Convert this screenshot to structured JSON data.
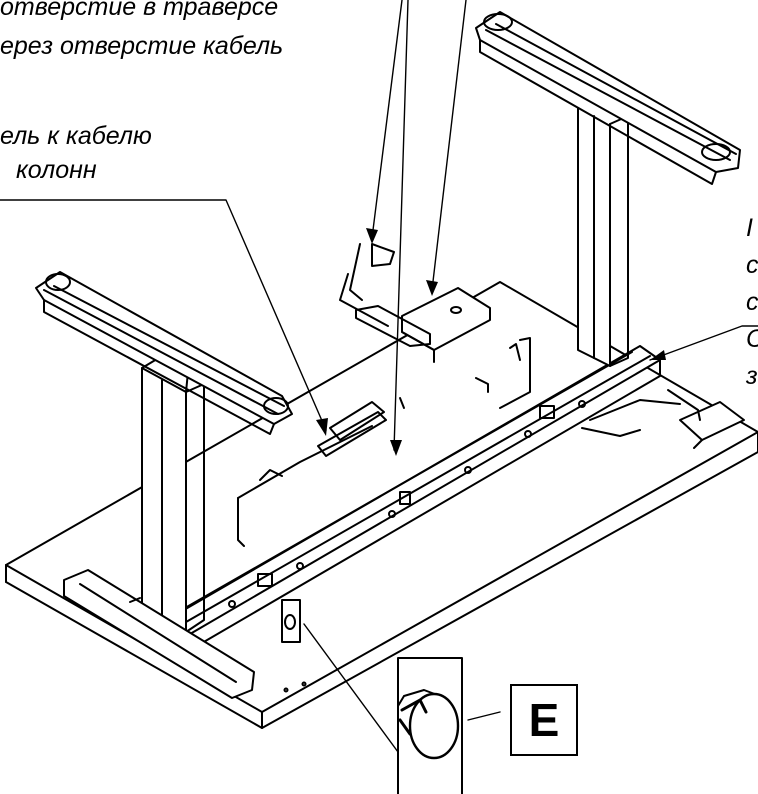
{
  "captions": {
    "top_line1": "отверстие в траверсе",
    "top_line2": "ерез отверстие кабель",
    "mid_line1": "ель к кабелю",
    "mid_line2": "колонн",
    "right_fragments": [
      "I",
      "с",
      "с",
      "С",
      "з"
    ]
  },
  "callout": {
    "label": "E"
  }
}
